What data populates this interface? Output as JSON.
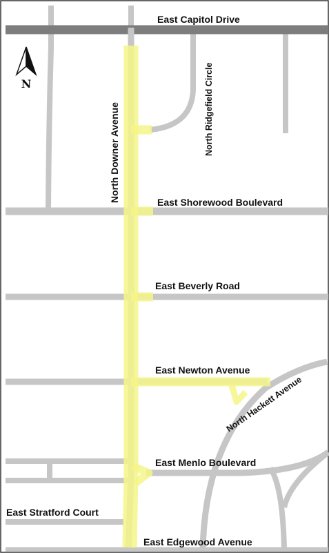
{
  "map": {
    "north_label": "N",
    "roads": {
      "east_capitol_drive": "East Capitol Drive",
      "north_ridgefield_circle": "North Ridgefield Circle",
      "north_downer_avenue": "North Downer Avenue",
      "east_shorewood_boulevard": "East Shorewood Boulevard",
      "east_beverly_road": "East Beverly Road",
      "east_newton_avenue": "East Newton Avenue",
      "north_hackett_avenue": "North Hackett Avenue",
      "east_menlo_boulevard": "East Menlo Boulevard",
      "east_stratford_court": "East Stratford Court",
      "east_edgewood_avenue": "East Edgewood Avenue"
    },
    "colors": {
      "highlight_route": "#f5f58a",
      "minor_road": "#c6c6c6",
      "major_road": "#7d7d7d",
      "frame": "#333333"
    }
  }
}
